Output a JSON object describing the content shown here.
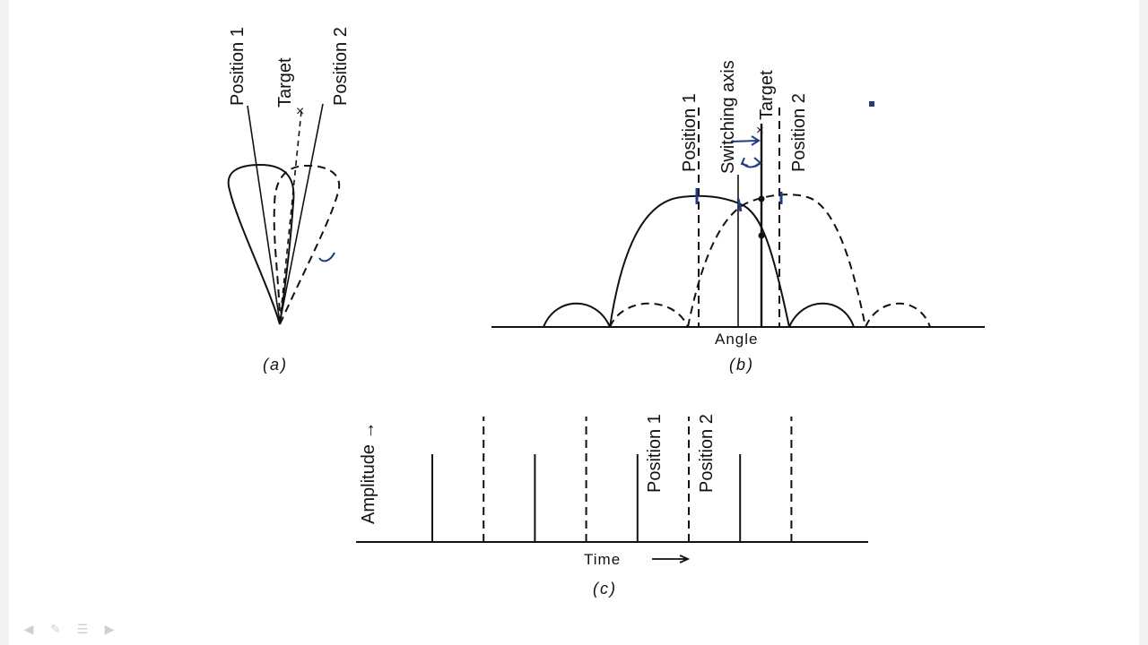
{
  "panel_a": {
    "position1_label": "Position 1",
    "position2_label": "Position 2",
    "target_label": "Target",
    "caption": "(a)"
  },
  "panel_b": {
    "position1_label": "Position 1",
    "switching_axis_label": "Switching axis",
    "target_label": "Target",
    "target_mark": "×",
    "position2_label": "Position 2",
    "x_axis_label": "Angle",
    "caption": "(b)"
  },
  "panel_c": {
    "y_axis_label": "Amplitude →",
    "x_axis_label": "Time",
    "position1_label": "Position 1",
    "position2_label": "Position 2",
    "caption": "(c)",
    "pulses": [
      {
        "kind": "position1",
        "amplitude": 0.7
      },
      {
        "kind": "position2",
        "amplitude": 1.0
      },
      {
        "kind": "position1",
        "amplitude": 0.7
      },
      {
        "kind": "position2",
        "amplitude": 1.0
      },
      {
        "kind": "position1",
        "amplitude": 0.7
      },
      {
        "kind": "position2",
        "amplitude": 1.0
      },
      {
        "kind": "position1",
        "amplitude": 0.7
      },
      {
        "kind": "position2",
        "amplitude": 1.0
      }
    ]
  },
  "ink_color": "#1f3c82",
  "controls": [
    "prev-icon",
    "pen-icon",
    "menu-icon",
    "next-icon"
  ]
}
